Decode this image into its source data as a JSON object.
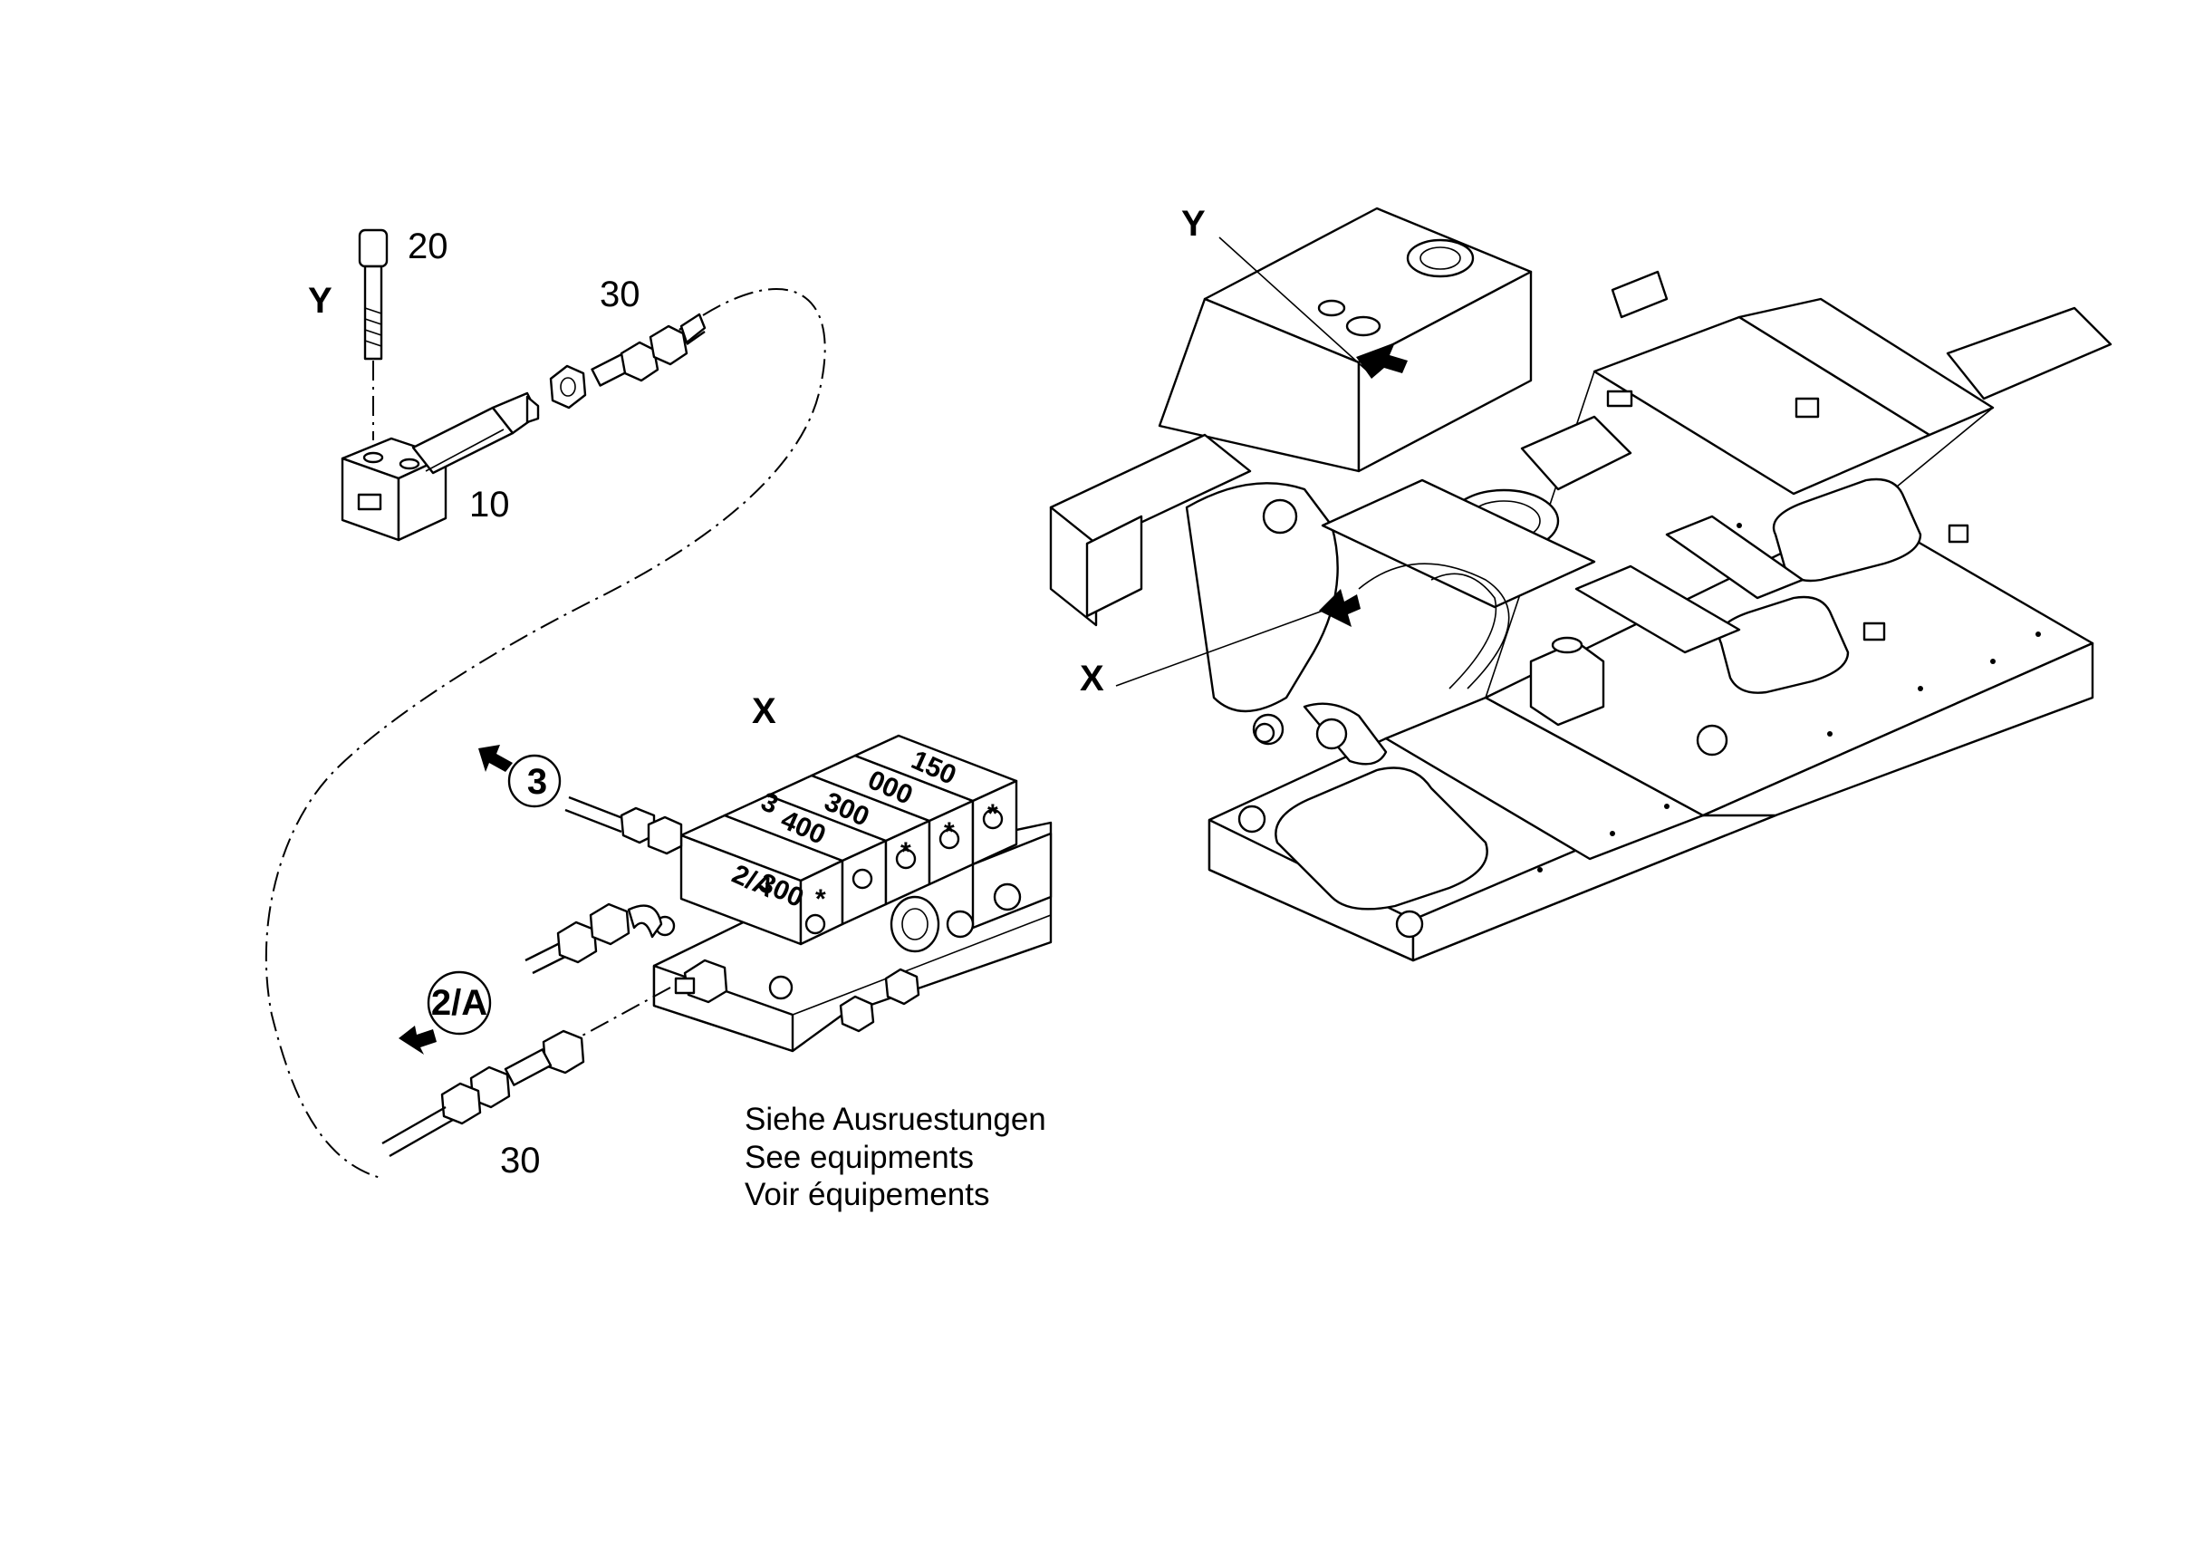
{
  "callouts": {
    "item_20": "20",
    "item_30_top": "30",
    "item_10": "10",
    "item_30_bottom": "30",
    "view_y_detail": "Y",
    "view_x_detail": "X",
    "view_y_machine": "Y",
    "view_x_machine": "X"
  },
  "connections": {
    "line_3": "3",
    "line_2a": "2/A"
  },
  "block_stamps": {
    "outlet_3": "3",
    "outlet_2a": "2/A",
    "s1": "300",
    "s2": "400",
    "s3": "300",
    "s4": "000",
    "s5": "150",
    "star": "*"
  },
  "note": {
    "de": "Siehe Ausruestungen",
    "en": "See equipments",
    "fr": "Voir équipements"
  }
}
